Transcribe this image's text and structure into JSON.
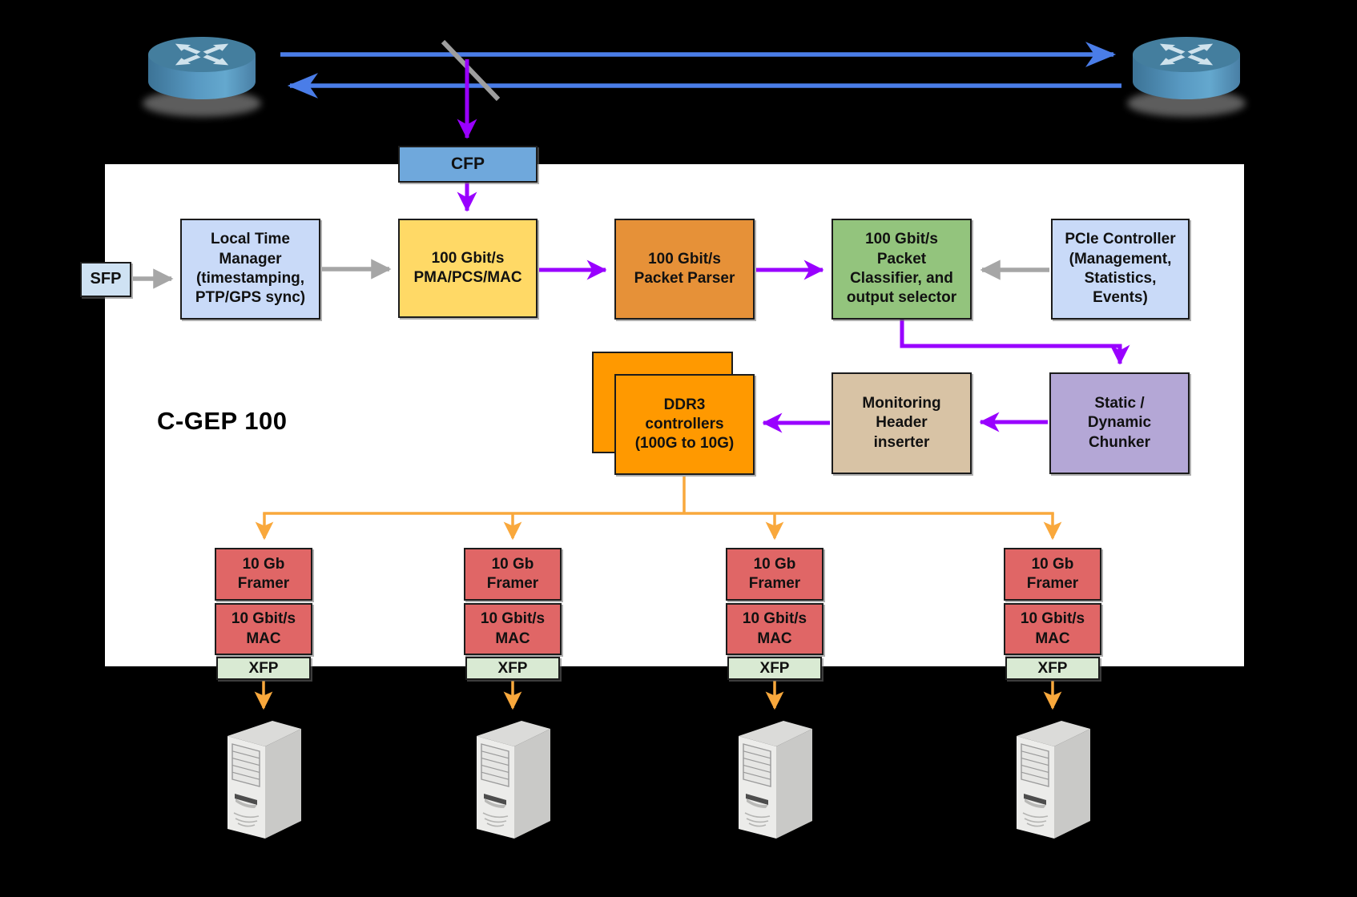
{
  "title": "C-GEP 100",
  "board_label": "C-GEP 100",
  "colors": {
    "background": "#000000",
    "board": "#ffffff",
    "link_blue": "#4a7de8",
    "flow_purple": "#9900ff",
    "flow_orange": "#f9a83c",
    "flow_gray": "#a6a6a6",
    "tap_gray": "#9e9e9e",
    "sfp_fill": "#cfe2f3",
    "cfp_fill": "#6fa8dc",
    "ltm_fill": "#c9daf8",
    "pma_fill": "#ffd966",
    "parser_fill": "#e69138",
    "classifier_fill": "#93c47d",
    "pcie_fill": "#c9daf8",
    "chunker_fill": "#b4a7d6",
    "inserter_fill": "#d8c3a5",
    "ddr3_fill": "#ff9900",
    "framer_fill": "#e06666",
    "mac_fill": "#e06666",
    "xfp_fill": "#d9ead3"
  },
  "icons": {
    "router_left": "router-icon",
    "router_right": "router-icon",
    "optical_tap": "optical-tap-icon",
    "endpoint": "server-tower-icon"
  },
  "boxes": {
    "sfp": "SFP",
    "cfp": "CFP",
    "local_time_manager": "Local Time\nManager\n(timestamping,\nPTP/GPS sync)",
    "pma_pcs_mac": "100 Gbit/s\nPMA/PCS/MAC",
    "packet_parser": "100 Gbit/s\nPacket Parser",
    "packet_classifier": "100 Gbit/s\nPacket\nClassifier, and\noutput selector",
    "pcie_controller": "PCIe Controller\n(Management,\nStatistics,\nEvents)",
    "ddr3_controllers": "DDR3\ncontrollers\n(100G to 10G)",
    "monitoring_header_inserter": "Monitoring\nHeader\ninserter",
    "static_dynamic_chunker": "Static /\nDynamic\nChunker"
  },
  "output_columns": [
    {
      "framer": "10 Gb\nFramer",
      "mac": "10 Gbit/s\nMAC",
      "xfp": "XFP"
    },
    {
      "framer": "10 Gb\nFramer",
      "mac": "10 Gbit/s\nMAC",
      "xfp": "XFP"
    },
    {
      "framer": "10 Gb\nFramer",
      "mac": "10 Gbit/s\nMAC",
      "xfp": "XFP"
    },
    {
      "framer": "10 Gb\nFramer",
      "mac": "10 Gbit/s\nMAC",
      "xfp": "XFP"
    }
  ]
}
